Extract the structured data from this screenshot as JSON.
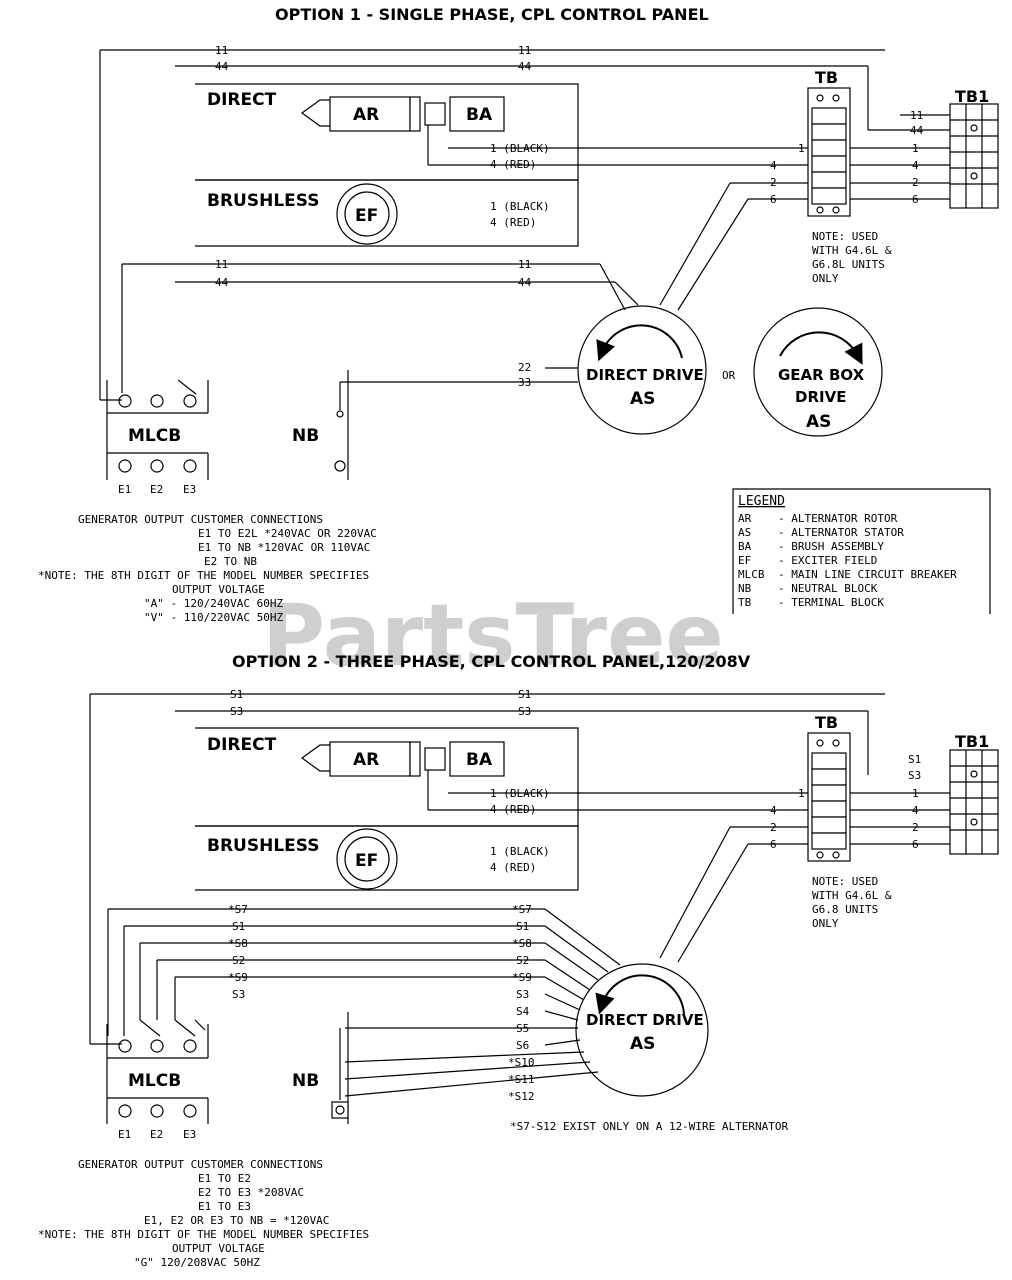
{
  "watermark": "PartsTree",
  "option1": {
    "title": "OPTION 1 - SINGLE PHASE, CPL CONTROL PANEL",
    "direct": "DIRECT",
    "brushless": "BRUSHLESS",
    "ar": "AR",
    "ba": "BA",
    "ef": "EF",
    "tb": "TB",
    "tb1": "TB1",
    "mlcb": "MLCB",
    "nb": "NB",
    "direct_drive": "DIRECT DRIVE",
    "as": "AS",
    "or": "OR",
    "gear_box": "GEAR BOX",
    "drive": "DRIVE",
    "as2": "AS",
    "wire_11": "11",
    "wire_44": "44",
    "wire_1_black": "1 (BLACK)",
    "wire_4_red": "4 (RED)",
    "wire_22": "22",
    "wire_33": "33",
    "tb_left": [
      "1",
      "4",
      "2",
      "6"
    ],
    "tb1_right": [
      "11",
      "44",
      "1",
      "4",
      "2",
      "6"
    ],
    "note": [
      "NOTE: USED",
      "WITH G4.6L &",
      "G6.8L UNITS",
      "ONLY"
    ],
    "e_labels": [
      "E1",
      "E2",
      "E3"
    ],
    "customer": [
      "GENERATOR OUTPUT CUSTOMER CONNECTIONS",
      "E1 TO E2L *240VAC OR 220VAC",
      "E1 TO NB *120VAC OR 110VAC",
      "E2 TO NB",
      "*NOTE: THE 8TH DIGIT OF THE MODEL NUMBER SPECIFIES",
      "OUTPUT VOLTAGE",
      "\"A\" - 120/240VAC 60HZ",
      "\"V\" - 110/220VAC 50HZ"
    ]
  },
  "legend": {
    "title": "LEGEND",
    "items": [
      {
        "abbr": "AR",
        "desc": "- ALTERNATOR ROTOR"
      },
      {
        "abbr": "AS",
        "desc": "- ALTERNATOR STATOR"
      },
      {
        "abbr": "BA",
        "desc": "- BRUSH ASSEMBLY"
      },
      {
        "abbr": "EF",
        "desc": "- EXCITER FIELD"
      },
      {
        "abbr": "MLCB",
        "desc": "- MAIN LINE CIRCUIT BREAKER"
      },
      {
        "abbr": "NB",
        "desc": "- NEUTRAL BLOCK"
      },
      {
        "abbr": "TB",
        "desc": "- TERMINAL BLOCK"
      }
    ]
  },
  "option2": {
    "title": "OPTION 2 - THREE PHASE, CPL CONTROL PANEL,120/208V",
    "direct": "DIRECT",
    "brushless": "BRUSHLESS",
    "ar": "AR",
    "ba": "BA",
    "ef": "EF",
    "tb": "TB",
    "tb1": "TB1",
    "mlcb": "MLCB",
    "nb": "NB",
    "direct_drive": "DIRECT DRIVE",
    "as": "AS",
    "wire_s1": "S1",
    "wire_s3": "S3",
    "wire_1_black": "1 (BLACK)",
    "wire_4_red": "4 (RED)",
    "tb_left": [
      "1",
      "4",
      "2",
      "6"
    ],
    "tb1_right": [
      "S1",
      "S3",
      "1",
      "4",
      "2",
      "6"
    ],
    "note": [
      "NOTE: USED",
      "WITH G4.6L &",
      "G6.8 UNITS",
      "ONLY"
    ],
    "left_wires": [
      "*S7",
      "S1",
      "*S8",
      "S2",
      "*S9",
      "S3"
    ],
    "right_wires": [
      "*S7",
      "S1",
      "*S8",
      "S2",
      "*S9",
      "S3",
      "S4",
      "S5",
      "S6",
      "*S10",
      "*S11",
      "*S12"
    ],
    "e_labels": [
      "E1",
      "E2",
      "E3"
    ],
    "footnote": "*S7-S12 EXIST ONLY ON A 12-WIRE ALTERNATOR",
    "customer": [
      "GENERATOR OUTPUT CUSTOMER CONNECTIONS",
      "E1 TO E2",
      "E2 TO E3 *208VAC",
      "E1 TO E3",
      "E1, E2 OR E3 TO NB = *120VAC",
      "*NOTE: THE 8TH DIGIT OF THE MODEL NUMBER SPECIFIES",
      "OUTPUT VOLTAGE",
      "\"G\" 120/208VAC 50HZ"
    ]
  }
}
